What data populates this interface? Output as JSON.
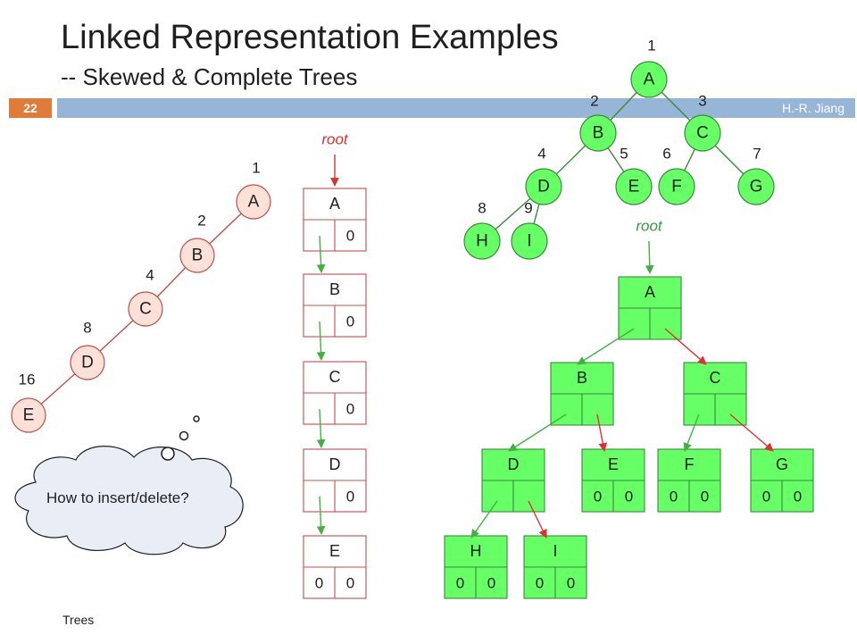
{
  "title": "Linked Representation Examples",
  "subtitle": "-- Skewed & Complete Trees",
  "page_number": "22",
  "author": "H.-R. Jiang",
  "footer": "Trees",
  "thought_bubble": "How to insert/delete?",
  "root_label": "root",
  "null_value": "0",
  "colors": {
    "node_fill": "#fbe1d8",
    "node_stroke": "#c0504d",
    "green_fill": "#66ff66",
    "green_stroke": "#3a8a3a",
    "green_arrow": "#44b044",
    "red_arrow": "#e03030",
    "header_bar": "#97b5d6",
    "page_tab": "#e07b39"
  },
  "skewed_tree": {
    "nodes": [
      {
        "label": "A",
        "index": "1"
      },
      {
        "label": "B",
        "index": "2"
      },
      {
        "label": "C",
        "index": "4"
      },
      {
        "label": "D",
        "index": "8"
      },
      {
        "label": "E",
        "index": "16"
      }
    ]
  },
  "skewed_linked": {
    "cells": [
      {
        "data": "A",
        "left": "",
        "right": "0"
      },
      {
        "data": "B",
        "left": "",
        "right": "0"
      },
      {
        "data": "C",
        "left": "",
        "right": "0"
      },
      {
        "data": "D",
        "left": "",
        "right": "0"
      },
      {
        "data": "E",
        "left": "0",
        "right": "0"
      }
    ]
  },
  "complete_tree": {
    "nodes": [
      {
        "label": "A",
        "index": "1"
      },
      {
        "label": "B",
        "index": "2"
      },
      {
        "label": "C",
        "index": "3"
      },
      {
        "label": "D",
        "index": "4"
      },
      {
        "label": "E",
        "index": "5"
      },
      {
        "label": "F",
        "index": "6"
      },
      {
        "label": "G",
        "index": "7"
      },
      {
        "label": "H",
        "index": "8"
      },
      {
        "label": "I",
        "index": "9"
      }
    ]
  },
  "complete_linked": {
    "cells": [
      {
        "data": "A",
        "left": "",
        "right": ""
      },
      {
        "data": "B",
        "left": "",
        "right": ""
      },
      {
        "data": "C",
        "left": "",
        "right": ""
      },
      {
        "data": "D",
        "left": "",
        "right": ""
      },
      {
        "data": "E",
        "left": "0",
        "right": "0"
      },
      {
        "data": "F",
        "left": "0",
        "right": "0"
      },
      {
        "data": "G",
        "left": "0",
        "right": "0"
      },
      {
        "data": "H",
        "left": "0",
        "right": "0"
      },
      {
        "data": "I",
        "left": "0",
        "right": "0"
      }
    ]
  }
}
